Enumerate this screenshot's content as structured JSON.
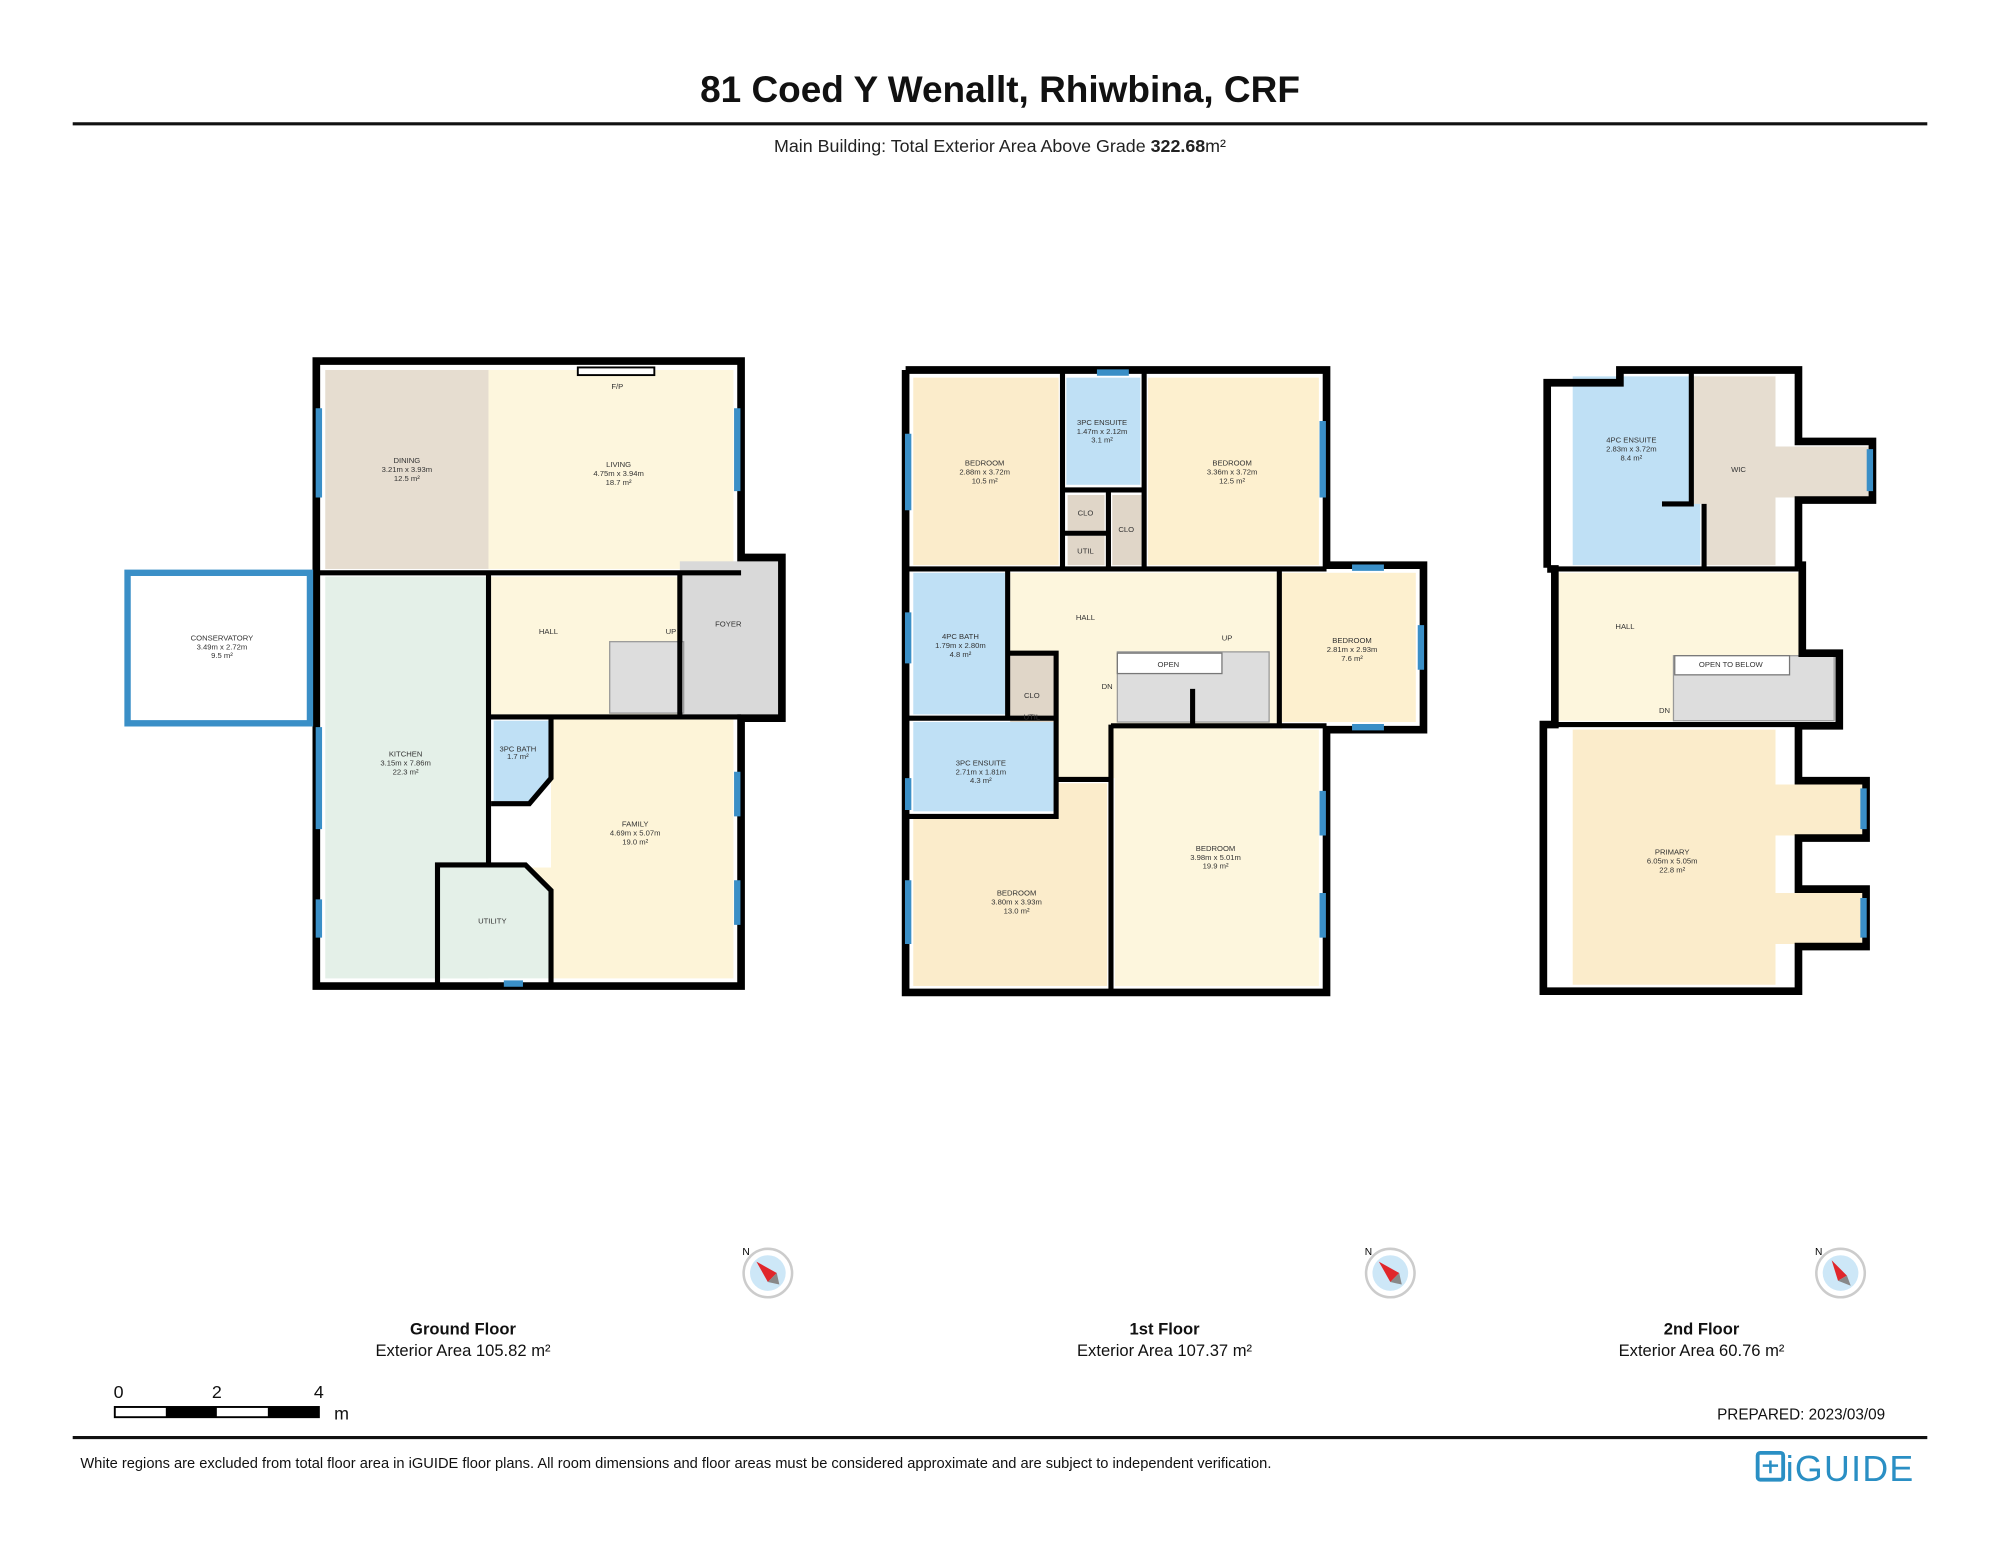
{
  "header": {
    "title": "81 Coed Y Wenallt, Rhiwbina, CRF",
    "subtitle_prefix": "Main Building: Total Exterior Area Above Grade",
    "total_area": "322.68",
    "total_area_unit": "m²"
  },
  "floors": [
    {
      "name": "Ground Floor",
      "exterior_area": "Exterior Area 105.82 m²",
      "rooms": [
        {
          "name": "DINING",
          "dims": "3.21m x 3.93m",
          "area": "12.5 m²"
        },
        {
          "name": "LIVING",
          "dims": "4.75m x 3.94m",
          "area": "18.7 m²"
        },
        {
          "name": "CONSERVATORY",
          "dims": "3.49m x 2.72m",
          "area": "9.5 m²"
        },
        {
          "name": "KITCHEN",
          "dims": "3.15m x 7.86m",
          "area": "22.3 m²"
        },
        {
          "name": "HALL"
        },
        {
          "name": "FOYER"
        },
        {
          "name": "3PC BATH",
          "area": "1.7 m²"
        },
        {
          "name": "FAMILY",
          "dims": "4.69m x 5.07m",
          "area": "19.0 m²"
        },
        {
          "name": "UTILITY"
        }
      ],
      "annotations": {
        "fireplace": "F/P",
        "stairs": "UP"
      }
    },
    {
      "name": "1st Floor",
      "exterior_area": "Exterior Area 107.37 m²",
      "rooms": [
        {
          "name": "BEDROOM",
          "dims": "2.88m x 3.72m",
          "area": "10.5 m²"
        },
        {
          "name": "3PC ENSUITE",
          "dims": "1.47m x 2.12m",
          "area": "3.1 m²"
        },
        {
          "name": "BEDROOM",
          "dims": "3.36m x 3.72m",
          "area": "12.5 m²"
        },
        {
          "name": "CLO"
        },
        {
          "name": "UTIL"
        },
        {
          "name": "CLO"
        },
        {
          "name": "HALL"
        },
        {
          "name": "4PC BATH",
          "dims": "1.79m x 2.80m",
          "area": "4.8 m²"
        },
        {
          "name": "CLO"
        },
        {
          "name": "UTIL"
        },
        {
          "name": "3PC ENSUITE",
          "dims": "2.71m x 1.81m",
          "area": "4.3 m²"
        },
        {
          "name": "BEDROOM",
          "dims": "3.80m x 3.93m",
          "area": "13.0 m²"
        },
        {
          "name": "BEDROOM",
          "dims": "3.98m x 5.01m",
          "area": "19.9 m²"
        },
        {
          "name": "BEDROOM",
          "dims": "2.81m x 2.93m",
          "area": "7.6 m²"
        }
      ],
      "annotations": {
        "open": "OPEN",
        "up": "UP",
        "down": "DN"
      }
    },
    {
      "name": "2nd Floor",
      "exterior_area": "Exterior Area 60.76 m²",
      "rooms": [
        {
          "name": "4PC ENSUITE",
          "dims": "2.83m x 3.72m",
          "area": "8.4 m²"
        },
        {
          "name": "WIC"
        },
        {
          "name": "HALL"
        },
        {
          "name": "PRIMARY",
          "dims": "6.05m x 5.05m",
          "area": "22.8 m²"
        }
      ],
      "annotations": {
        "open": "OPEN TO BELOW",
        "down": "DN"
      }
    }
  ],
  "compass": {
    "label": "N",
    "icon": "north-arrow-compass"
  },
  "scale_bar": {
    "ticks": [
      "0",
      "2",
      "4"
    ],
    "unit": "m"
  },
  "prepared": "PREPARED: 2023/03/09",
  "disclaimer": "White regions are excluded from total floor area in iGUIDE floor plans. All room dimensions and floor areas must be considered approximate and are subject to independent verification.",
  "brand": {
    "name": "iGUIDE",
    "color": "#2a8fc4"
  },
  "colors": {
    "window": "#3a8fc7",
    "bath": "#bfe0f5",
    "bedroom": "#fbeccb",
    "living": "#fdf6dd",
    "dining": "#e6ddd0",
    "kitchen": "#e4f0e8",
    "foyer": "#d9d9d9"
  }
}
